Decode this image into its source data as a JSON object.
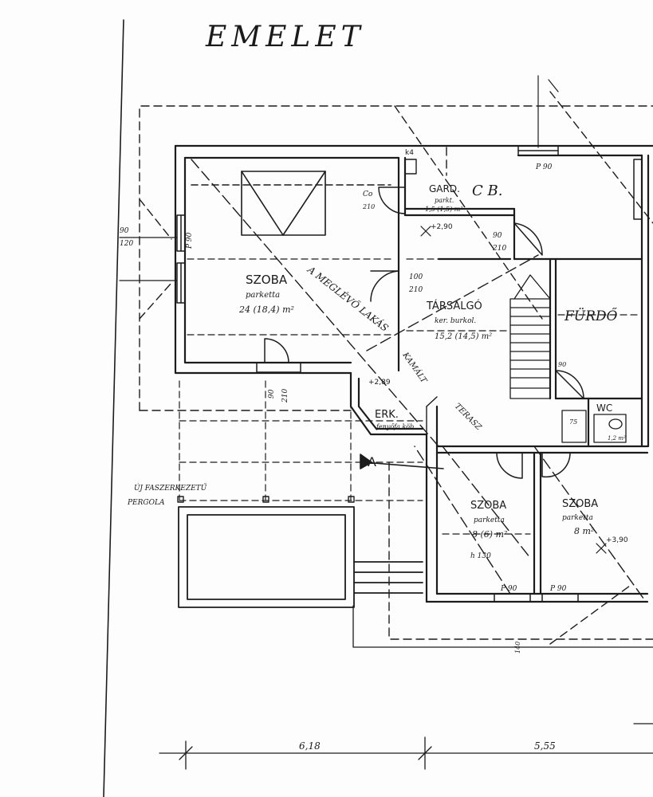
{
  "title": "EMELET",
  "rooms": {
    "szoba_main": {
      "name": "SZOBA",
      "floor": "parketta",
      "area": "24 (18,4) m²"
    },
    "garderob": {
      "name": "GARD. ",
      "note": "parkt.",
      "area": "1,5 (1,5) m²",
      "extra": "C B."
    },
    "tarsalgo": {
      "name": "TÁRSALGÓ",
      "floor": "ker. burkol.",
      "area": "15,2 (14,5) m²"
    },
    "furdo": {
      "name": "FÜRDŐ"
    },
    "wc": {
      "name": "WC",
      "area": "1,2 m²"
    },
    "erk": {
      "name": "ERK.",
      "note": "fenyőfa köb."
    },
    "szoba_2": {
      "name": "SZOBA",
      "floor": "parketta",
      "area": "8 (6) m²"
    },
    "szoba_3": {
      "name": "SZOBA",
      "floor": "parketta",
      "area": "8 m²"
    }
  },
  "annotations": {
    "roof1": "A MEGLÉVŐ LAKÁS",
    "roof2": "KAMÁLT",
    "terrace": "TERASZ",
    "pergola1": "ÚJ FASZERKEZETŰ",
    "pergola2": "PERGOLA",
    "section": "A",
    "k4": "k4",
    "co": "Co",
    "co_h": "210",
    "level1": "+2,90",
    "level2": "+2,89",
    "level3": "+3,90",
    "height_note": "h 130"
  },
  "openings": {
    "p90_top": "P 90",
    "p90_right": "P 90",
    "v90": "90",
    "v120": "120",
    "v210": "210",
    "v100": "100",
    "p90_b1": "P 90",
    "p90_b2": "P 90",
    "v75": "75",
    "v90b": "90",
    "v140": "140"
  },
  "dimensions": {
    "left": "6,18",
    "right": "5,55"
  }
}
